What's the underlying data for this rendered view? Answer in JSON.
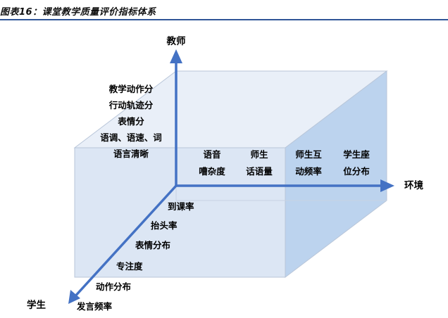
{
  "caption": "图表16：课堂教学质量评价指标体系",
  "colors": {
    "front_face": "#dce6f4",
    "top_face": "#e9eff8",
    "side_face": "#bcd3ee",
    "edge": "#b9c6d9",
    "axis": "#4472c4",
    "rule": "#2f5597"
  },
  "axes": {
    "vertical": "教师",
    "horizontal": "环境",
    "diagonal": "学生"
  },
  "teacher_indicators": [
    "教学动作分",
    "行动轨迹分",
    "表情分",
    "语调、语速、词",
    "语言清晰"
  ],
  "environment_indicators": [
    {
      "line1": "语音",
      "line2": "嘈杂度"
    },
    {
      "line1": "师生",
      "line2": "话语量"
    },
    {
      "line1": "师生互",
      "line2": "动频率"
    },
    {
      "line1": "学生座",
      "line2": "位分布"
    }
  ],
  "student_indicators": [
    "到课率",
    "抬头率",
    "表情分布",
    "专注度",
    "动作分布",
    "发言频率"
  ]
}
